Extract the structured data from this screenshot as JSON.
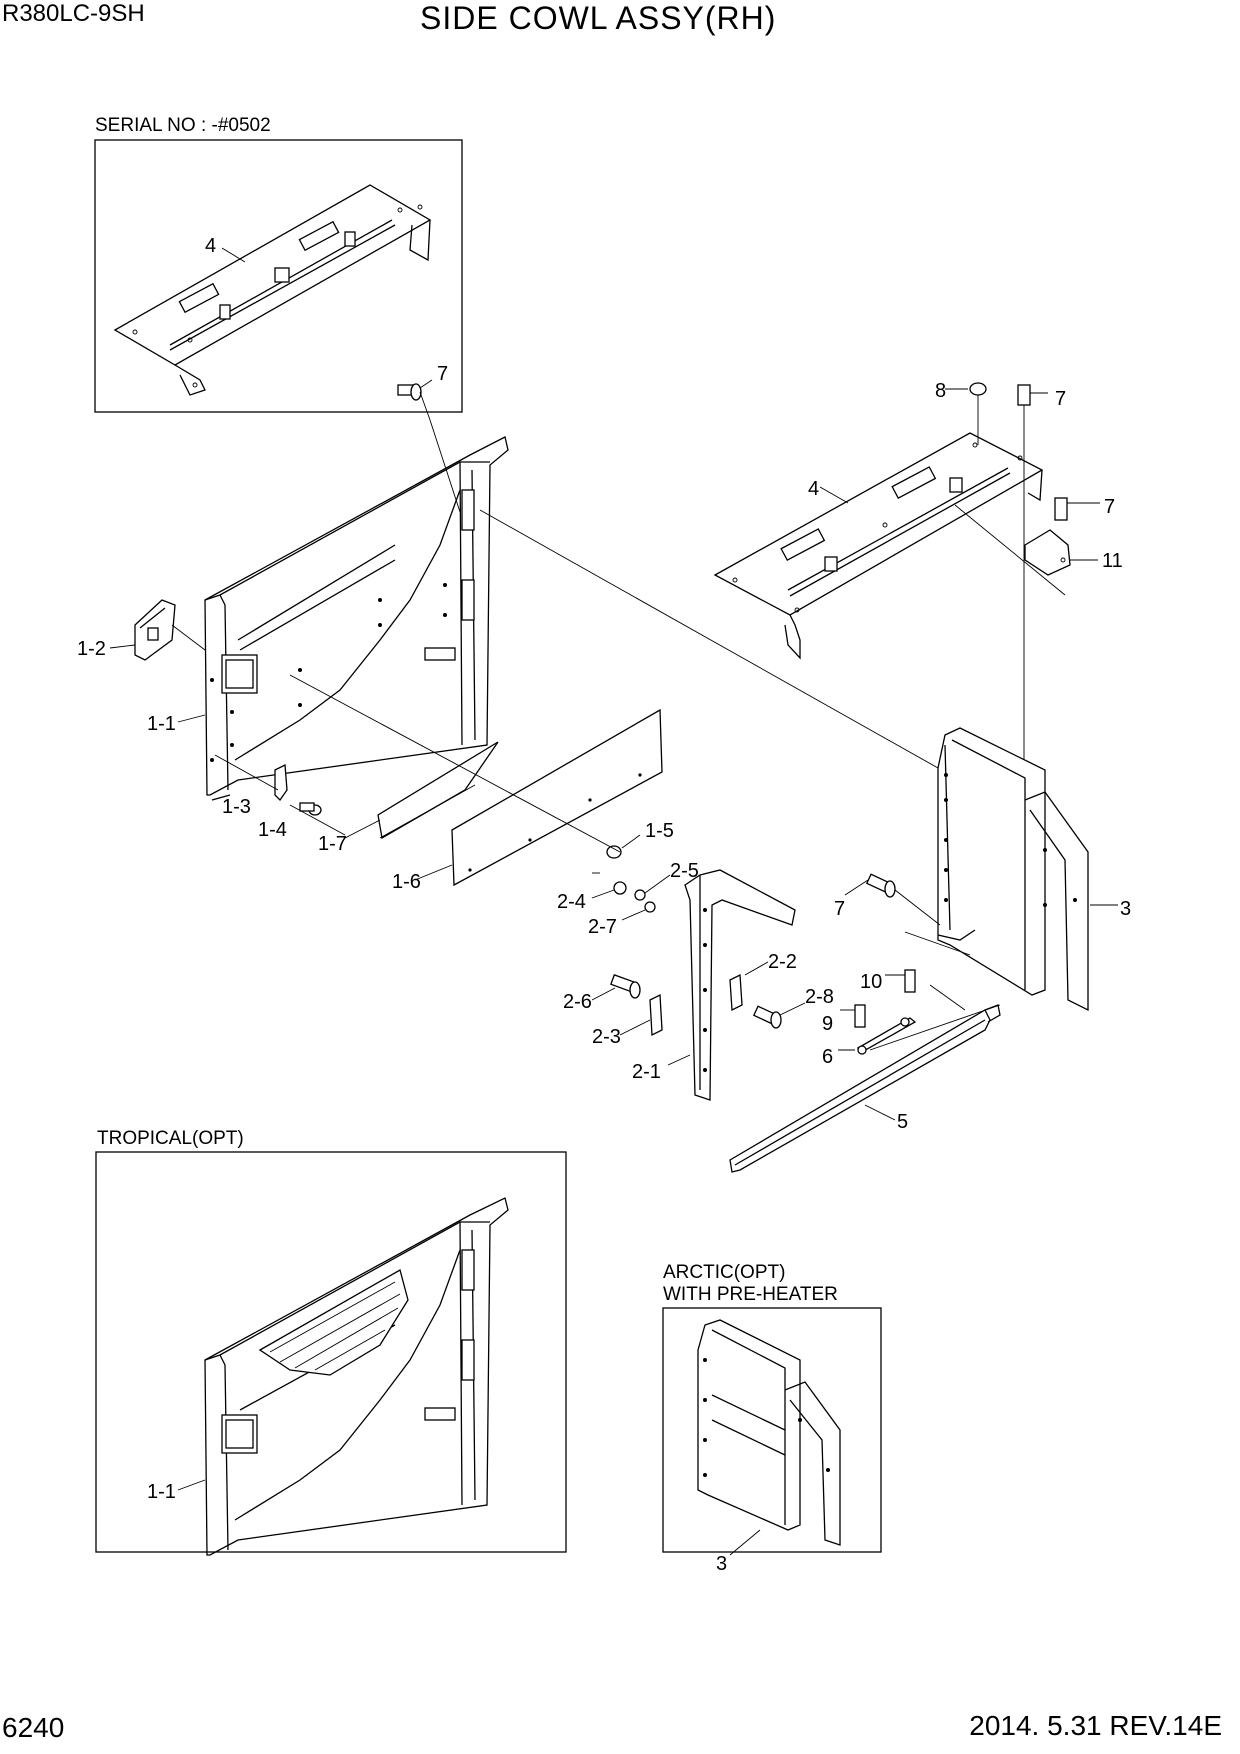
{
  "header": {
    "model": "R380LC-9SH",
    "title": "SIDE COWL ASSY(RH)"
  },
  "footer": {
    "page_number": "6240",
    "revision": "2014. 5.31  REV.14E"
  },
  "insets": {
    "serial": {
      "label": "SERIAL NO : -#0502",
      "callouts": [
        "4"
      ]
    },
    "tropical": {
      "label": "TROPICAL(OPT)",
      "callouts": [
        "1-1"
      ]
    },
    "arctic": {
      "label_line1": "ARCTIC(OPT)",
      "label_line2": "WITH PRE-HEATER",
      "callouts": [
        "3"
      ]
    }
  },
  "callouts": {
    "c7a": "7",
    "c8": "8",
    "c7b": "7",
    "c4": "4",
    "c7c": "7",
    "c11": "11",
    "c1_2": "1-2",
    "c1_1": "1-1",
    "c1_3": "1-3",
    "c1_4": "1-4",
    "c1_7": "1-7",
    "c1_6": "1-6",
    "c1_5": "1-5",
    "c2_5": "2-5",
    "c2_4": "2-4",
    "c2_7": "2-7",
    "c7d": "7",
    "c3": "3",
    "c2_2": "2-2",
    "c2_6": "2-6",
    "c2_8": "2-8",
    "c2_3": "2-3",
    "c2_1": "2-1",
    "c10": "10",
    "c9": "9",
    "c6": "6",
    "c5": "5"
  }
}
